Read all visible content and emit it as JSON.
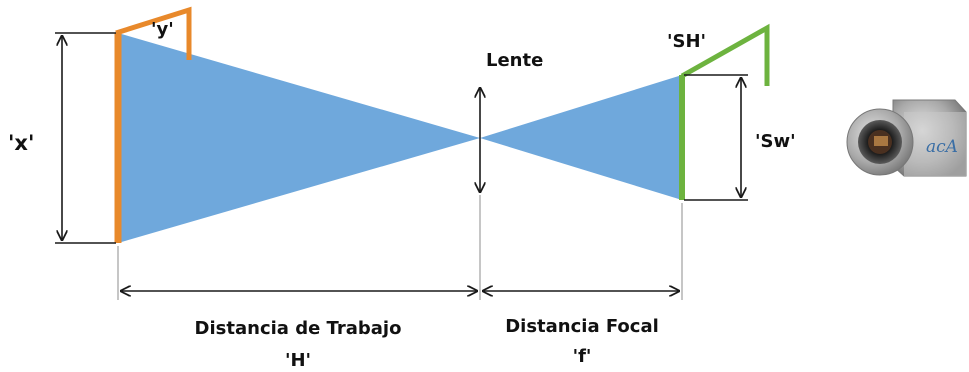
{
  "labels": {
    "x": "'x'",
    "y": "'y'",
    "lens": "Lente",
    "sh": "'SH'",
    "sw": "'Sw'",
    "working_distance": "Distancia de Trabajo",
    "h": "'H'",
    "focal_distance": "Distancia Focal",
    "f": "'f'"
  },
  "camera": {
    "brand_text": "acA"
  },
  "colors": {
    "object_plane": "#E8892B",
    "sensor_plane": "#6DB33F",
    "light_cone": "#6FA8DC",
    "dimension_lines": "#1a1a1a",
    "extension_lines": "#a0a0a0"
  }
}
